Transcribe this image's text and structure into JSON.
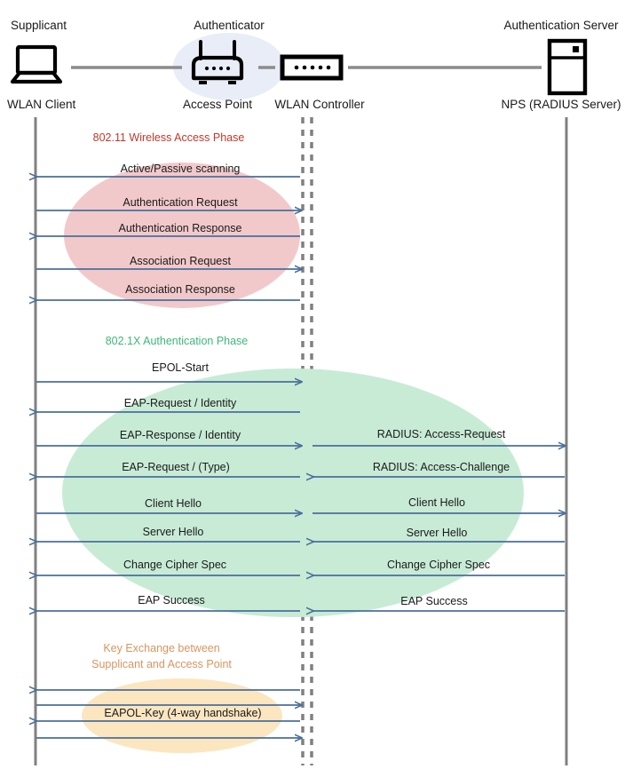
{
  "diagram": {
    "title": "802.1X / EAP authentication message flow between WLAN client, access point / WLAN controller and RADIUS server",
    "colors": {
      "arrow": "#4a6f9c",
      "lifeline": "#808080",
      "connector": "#8c8c8c",
      "phase_red": "#c0392b",
      "phase_green": "#3cb878",
      "phase_orange": "#d99560",
      "ellipse_red": "#f2c9cb",
      "ellipse_green": "#c8ebd6",
      "ellipse_orange": "#fbe6c0",
      "authenticator_blob": "#e8edf7",
      "icon": "#000000"
    }
  },
  "actors": [
    {
      "role": "Supplicant",
      "name": "WLAN Client",
      "icon": "laptop-icon"
    },
    {
      "role": "Authenticator",
      "name": "Access Point",
      "icon": "wireless-router-icon"
    },
    {
      "role": "",
      "name": "WLAN Controller",
      "icon": "controller-box-icon"
    },
    {
      "role": "Authentication Server",
      "name": "NPS (RADIUS Server)",
      "icon": "server-tower-icon"
    }
  ],
  "phases": [
    {
      "id": "wireless-access",
      "label": "802.11 Wireless Access Phase",
      "color": "#c0392b"
    },
    {
      "id": "dot1x-auth",
      "label": "802.1X Authentication Phase",
      "color": "#3cb878"
    },
    {
      "id": "key-exchange",
      "label_line1": "Key Exchange between",
      "label_line2": "Supplicant and Access Point",
      "color": "#d99560"
    }
  ],
  "messages_left": [
    {
      "label": "Active/Passive scanning",
      "direction": "left"
    },
    {
      "label": "Authentication Request",
      "direction": "right"
    },
    {
      "label": "Authentication Response",
      "direction": "left"
    },
    {
      "label": "Association Request",
      "direction": "right"
    },
    {
      "label": "Association Response",
      "direction": "left"
    },
    {
      "label": "EPOL-Start",
      "direction": "right"
    },
    {
      "label": "EAP-Request / Identity",
      "direction": "left"
    },
    {
      "label": "EAP-Response / Identity",
      "direction": "right"
    },
    {
      "label": "EAP-Request / (Type)",
      "direction": "left"
    },
    {
      "label": "Client Hello",
      "direction": "right"
    },
    {
      "label": "Server Hello",
      "direction": "left"
    },
    {
      "label": "Change Cipher Spec",
      "direction": "left"
    },
    {
      "label": "EAP Success",
      "direction": "left"
    },
    {
      "label": "",
      "direction": "left"
    },
    {
      "label": "",
      "direction": "right"
    },
    {
      "label": "EAPOL-Key (4-way handshake)",
      "direction": "left"
    },
    {
      "label": "",
      "direction": "right"
    }
  ],
  "messages_right": [
    {
      "label": "RADIUS: Access-Request",
      "direction": "right"
    },
    {
      "label": "RADIUS: Access-Challenge",
      "direction": "left"
    },
    {
      "label": "Client Hello",
      "direction": "right"
    },
    {
      "label": "Server Hello",
      "direction": "left"
    },
    {
      "label": "Change Cipher Spec",
      "direction": "left"
    },
    {
      "label": "EAP Success",
      "direction": "left"
    }
  ]
}
